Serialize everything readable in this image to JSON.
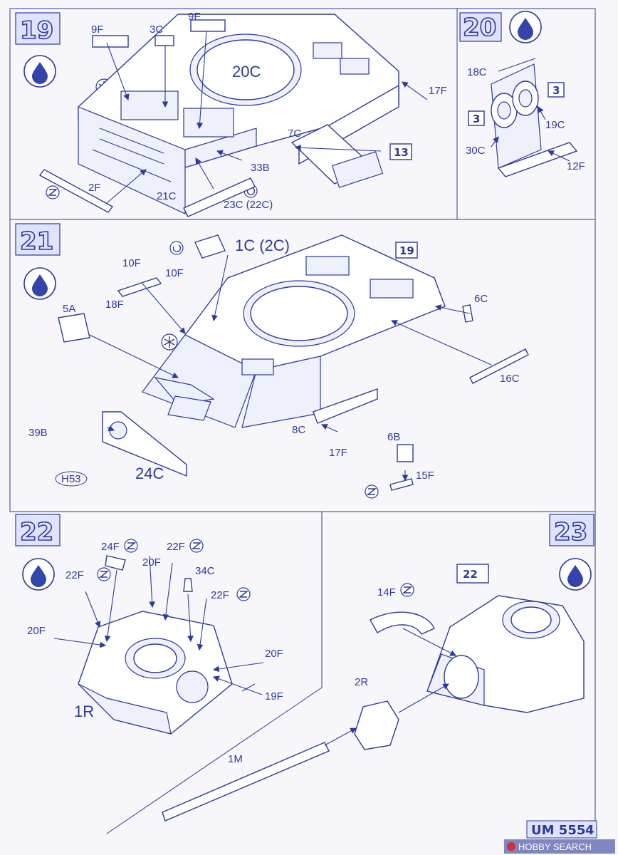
{
  "steps": [
    {
      "number": "19"
    },
    {
      "number": "20"
    },
    {
      "number": "21"
    },
    {
      "number": "22"
    },
    {
      "number": "23"
    }
  ],
  "refs": {
    "s19_13": "13",
    "s20_3a": "3",
    "s20_3b": "3",
    "s21_19": "19",
    "s23_22": "22"
  },
  "labels": {
    "s19": [
      "9F",
      "3C",
      "9F",
      "20C",
      "17F",
      "7C",
      "33B",
      "2F",
      "21C",
      "23C (22C)"
    ],
    "s20": [
      "18C",
      "19C",
      "30C",
      "12F"
    ],
    "s21": [
      "10F",
      "10F",
      "1C (2C)",
      "18F",
      "5A",
      "6C",
      "16C",
      "39B",
      "24C",
      "H53",
      "8C",
      "17F",
      "6B",
      "15F"
    ],
    "s22": [
      "24F",
      "22F",
      "20F",
      "22F",
      "34C",
      "22F",
      "20F",
      "20F",
      "19F",
      "1R",
      "1M"
    ],
    "s23": [
      "14F",
      "2R"
    ]
  },
  "footer": {
    "code": "UM 555",
    "page": "4"
  },
  "watermark": "HOBBY SEARCH",
  "colors": {
    "ink": "#2e3a9a",
    "paper": "#f7f7fb",
    "badge": "#dfe3ff"
  },
  "icons": [
    "water-drop-icon",
    "snowflake-icon",
    "glue-icon",
    "cut-icon"
  ]
}
